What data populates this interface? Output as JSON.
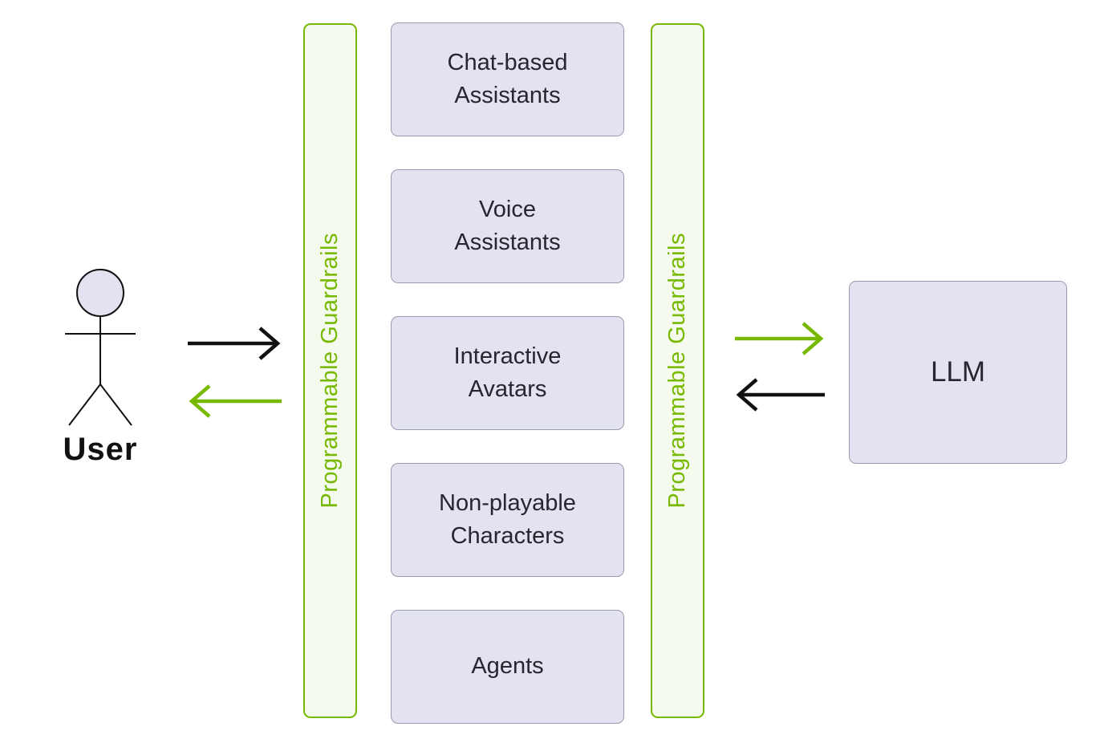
{
  "diagram": {
    "user_label": "User",
    "guardrail_left_label": "Programmable Guardrails",
    "guardrail_right_label": "Programmable Guardrails",
    "app_boxes": [
      "Chat-based Assistants",
      "Voice Assistants",
      "Interactive Avatars",
      "Non-playable Characters",
      "Agents"
    ],
    "llm_label": "LLM",
    "arrows": [
      {
        "name": "user-to-guardrails",
        "direction": "right",
        "color": "#111111"
      },
      {
        "name": "guardrails-to-user",
        "direction": "left",
        "color": "#76b900"
      },
      {
        "name": "guardrails-to-llm",
        "direction": "right",
        "color": "#76b900"
      },
      {
        "name": "llm-to-guardrails",
        "direction": "left",
        "color": "#111111"
      }
    ],
    "colors": {
      "accent_green": "#76b900",
      "guardrail_fill": "#f4faed",
      "box_fill": "#e2e2f1",
      "box_border": "#9b9bb0",
      "black": "#111111"
    }
  }
}
